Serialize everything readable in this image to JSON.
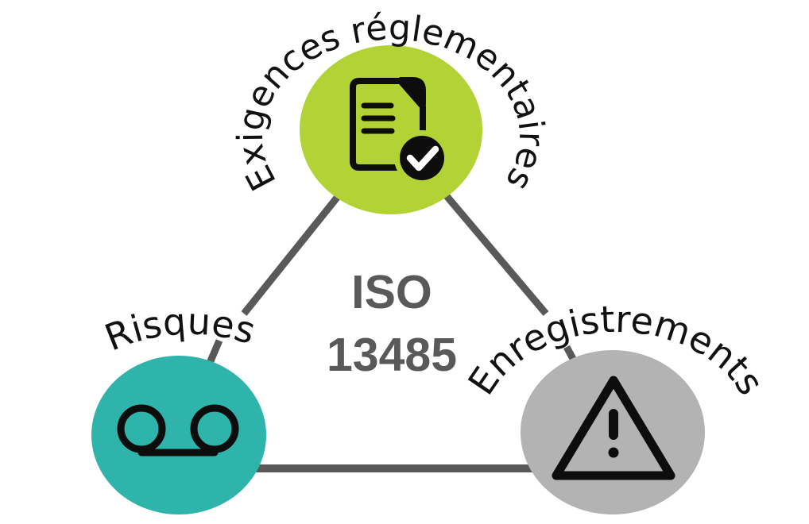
{
  "diagram": {
    "center_label": {
      "line1": "ISO",
      "line2": "13485",
      "color": "#595959"
    },
    "connector_color": "#595959",
    "icon_color": "#0d0d0d",
    "background_color": "#ffffff",
    "nodes": [
      {
        "id": "exigences-reglementaires",
        "label": "Exigences réglementaires",
        "color": "#b2d235",
        "icon": "document-check-icon"
      },
      {
        "id": "risques",
        "label": "Risques",
        "color": "#2fb4ac",
        "icon": "voicemail-icon"
      },
      {
        "id": "enregistrements",
        "label": "Enregistrements",
        "color": "#b3b3b3",
        "icon": "warning-triangle-icon"
      }
    ]
  }
}
